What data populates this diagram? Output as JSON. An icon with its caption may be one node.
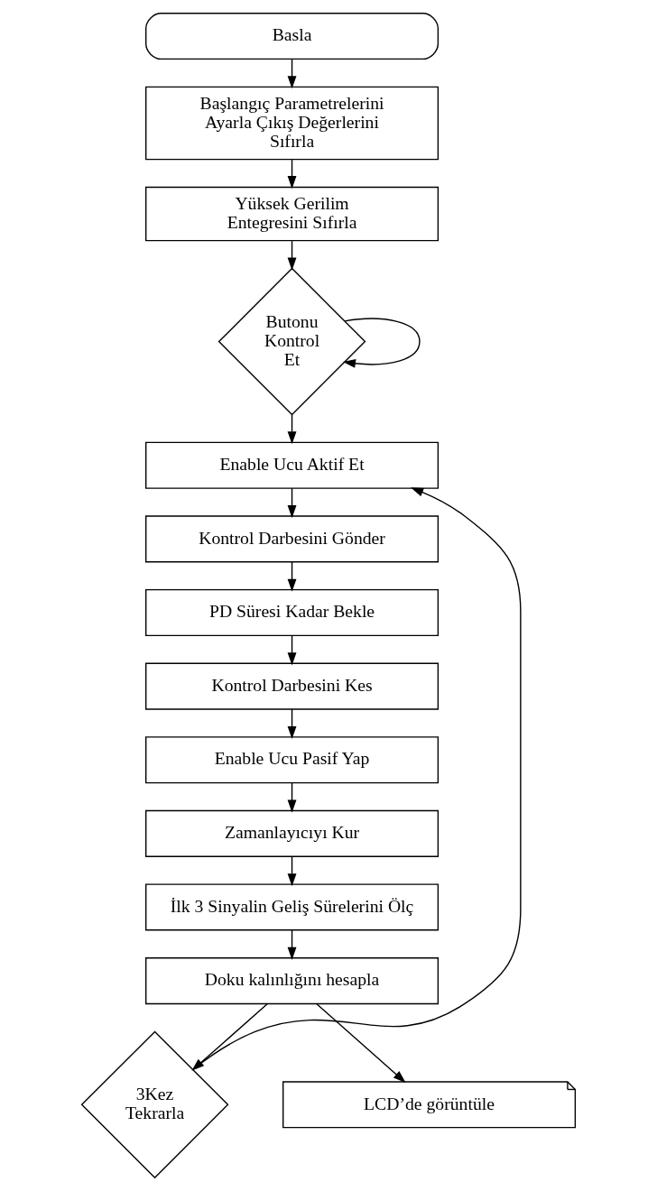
{
  "diagram": {
    "nodes": [
      {
        "text": [
          "Basla"
        ]
      },
      {
        "text": [
          "Başlangıç Parametrelerini Ayarla Çıkış Değerlerini Sıfırla"
        ]
      },
      {
        "text": [
          "Yüksek Gerilim Entegresini Sıfırla"
        ]
      },
      {
        "text": [
          "Butonu Kontrol Et"
        ]
      },
      {
        "text": [
          "Enable Ucu Aktif Et"
        ]
      },
      {
        "text": [
          "Kontrol Darbesini Gönder"
        ]
      },
      {
        "text": [
          "PD Süresi Kadar Bekle"
        ]
      },
      {
        "text": [
          "Kontrol Darbesini Kes"
        ]
      },
      {
        "text": [
          "Enable Ucu Pasif Yap"
        ]
      },
      {
        "text": [
          "Zamanlayıcıyı Kur"
        ]
      },
      {
        "text": [
          "İlk 3 Sinyalin Geliş Sürelerini Ölç"
        ]
      },
      {
        "text": [
          "Doku kalınlığını hesapla"
        ]
      },
      {
        "text": [
          "3Kez Tekrarla"
        ]
      },
      {
        "text": [
          "LCD’de görüntüle"
        ]
      }
    ],
    "edges": [
      {
        "from": 0,
        "to": 1,
        "arrow": "to"
      },
      {
        "from": 1,
        "to": 2,
        "arrow": "to"
      },
      {
        "from": 2,
        "to": 3,
        "arrow": "to"
      },
      {
        "from": 3,
        "to": 3,
        "arrow": "to"
      },
      {
        "from": 3,
        "to": 4,
        "arrow": "to"
      },
      {
        "from": 4,
        "to": 5,
        "arrow": "to"
      },
      {
        "from": 5,
        "to": 6,
        "arrow": "to"
      },
      {
        "from": 6,
        "to": 7,
        "arrow": "to"
      },
      {
        "from": 7,
        "to": 8,
        "arrow": "to"
      },
      {
        "from": 8,
        "to": 9,
        "arrow": "to"
      },
      {
        "from": 9,
        "to": 10,
        "arrow": "to"
      },
      {
        "from": 10,
        "to": 11,
        "arrow": "to"
      },
      {
        "from": 11,
        "to": 12,
        "arrow": "to"
      },
      {
        "from": 12,
        "to": 4,
        "arrow": "to"
      },
      {
        "from": 11,
        "to": 13,
        "arrow": "to"
      }
    ]
  }
}
